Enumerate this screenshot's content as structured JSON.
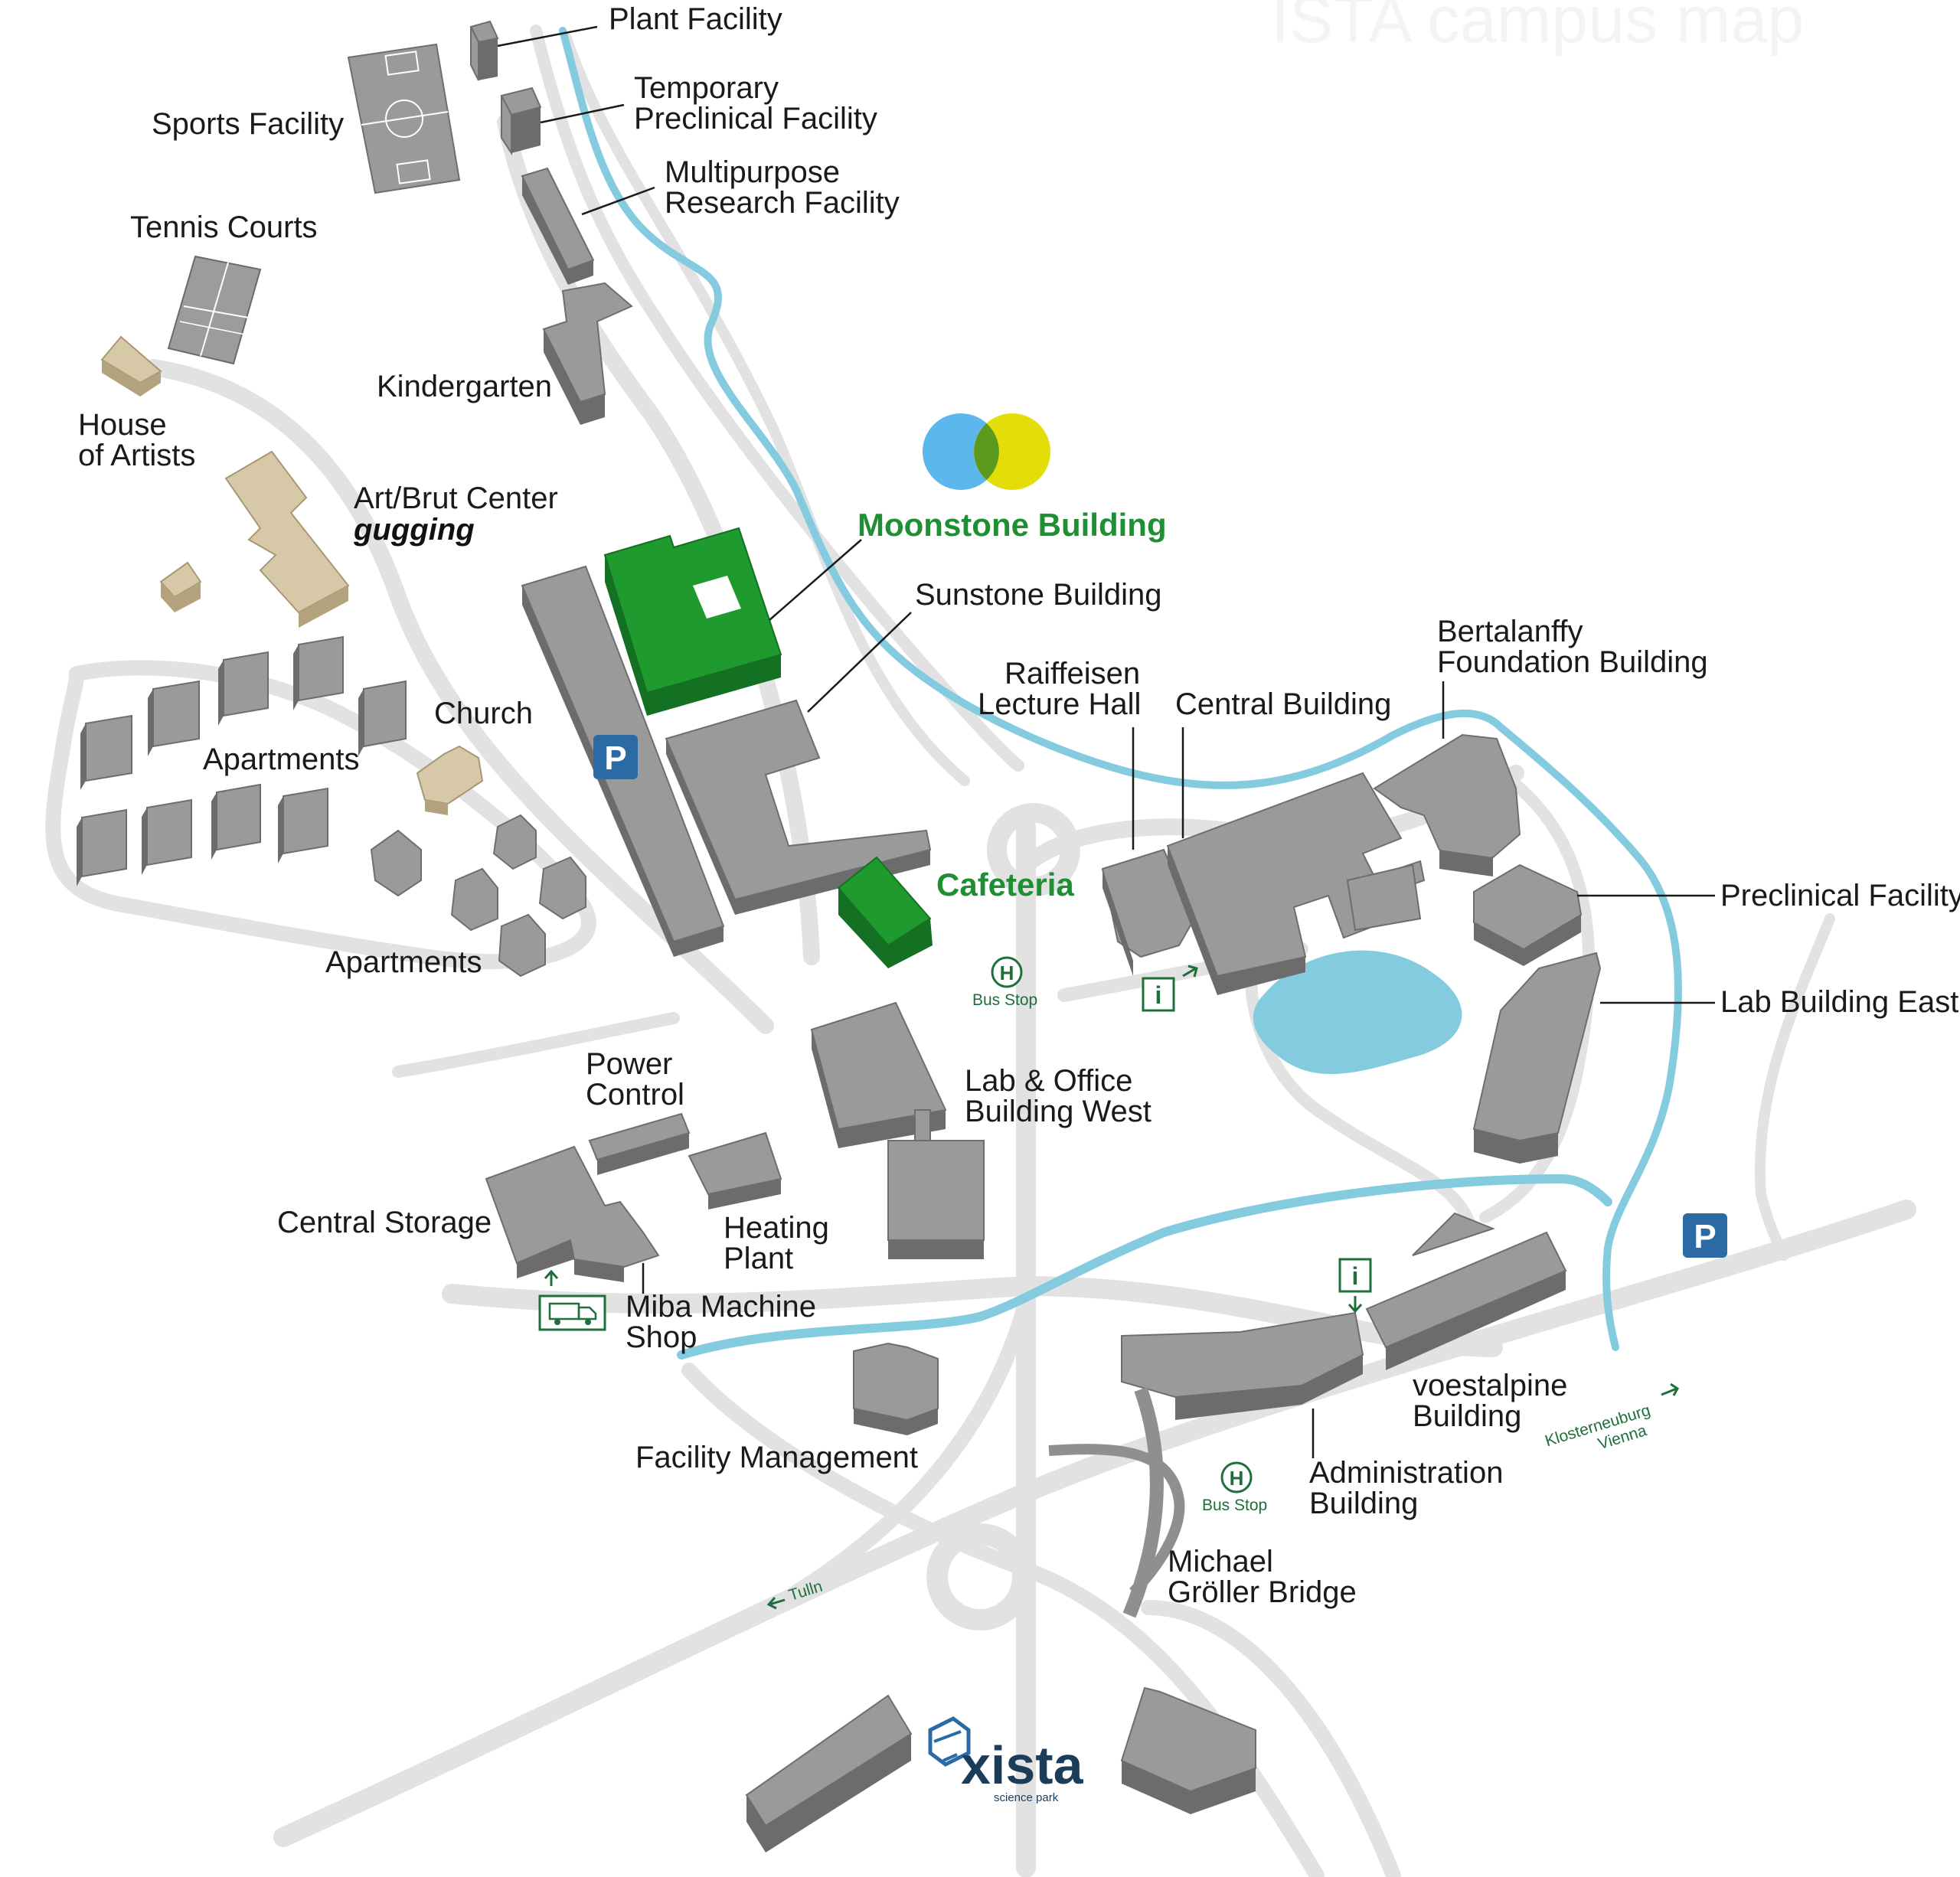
{
  "title": "ISTA campus map",
  "colors": {
    "building": "#9a9a9a",
    "building_side": "#6c6c6c",
    "highlight_green": "#1e9a2e",
    "residential": "#d7c8a8",
    "water": "#85cbe0",
    "road": "#e2e2e2",
    "parking": "#2b6aa5",
    "sign_green": "#1f6f3a"
  },
  "icons": [
    "parking-icon",
    "bus-stop-icon",
    "info-icon",
    "delivery-truck-icon",
    "arrow-icon",
    "venn-logo-icon",
    "xista-logo-icon"
  ],
  "labels": {
    "plant_facility": "Plant Facility",
    "sports_facility": "Sports Facility",
    "temporary_preclinical_1": "Temporary",
    "temporary_preclinical_2": "Preclinical Facility",
    "multipurpose_1": "Multipurpose",
    "multipurpose_2": "Research Facility",
    "tennis_courts": "Tennis Courts",
    "kindergarten": "Kindergarten",
    "house_of_artists_1": "House",
    "house_of_artists_2": "of Artists",
    "art_brut_center": "Art/Brut Center",
    "gugging": "gugging",
    "moonstone": "Moonstone Building",
    "sunstone": "Sunstone Building",
    "church": "Church",
    "apartments_1": "Apartments",
    "apartments_2": "Apartments",
    "cafeteria": "Cafeteria",
    "raiffeisen_1": "Raiffeisen",
    "raiffeisen_2": "Lecture Hall",
    "central_building": "Central Building",
    "bertalanffy_1": "Bertalanffy",
    "bertalanffy_2": "Foundation Building",
    "preclinical_facility": "Preclinical Facility",
    "lab_building_east": "Lab Building East",
    "power_control_1": "Power",
    "power_control_2": "Control",
    "lab_office_west_1": "Lab & Office",
    "lab_office_west_2": "Building West",
    "central_storage": "Central Storage",
    "heating_plant_1": "Heating",
    "heating_plant_2": "Plant",
    "miba_1": "Miba Machine",
    "miba_2": "Shop",
    "facility_management": "Facility Management",
    "voestalpine_1": "voestalpine",
    "voestalpine_2": "Building",
    "administration_1": "Administration",
    "administration_2": "Building",
    "groller_bridge_1": "Michael",
    "groller_bridge_2": "Gröller Bridge",
    "bus_stop_1": "Bus Stop",
    "bus_stop_2": "Bus Stop",
    "bus_symbol": "H",
    "parking_symbol": "P",
    "info_symbol": "i",
    "dir_klosterneuburg_1": "Klosterneuburg",
    "dir_klosterneuburg_2": "Vienna",
    "dir_tulln": "Tulln",
    "xista_name": "xista",
    "xista_sub": "science park"
  }
}
